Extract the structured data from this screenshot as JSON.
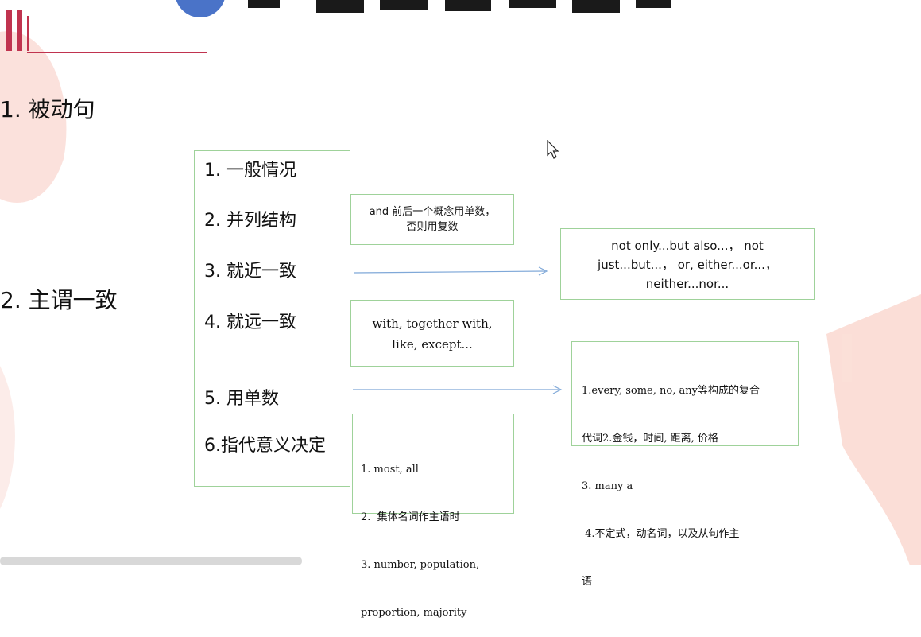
{
  "slide": {
    "section_1": "1. 被动句",
    "section_2": "2. 主谓一致"
  },
  "categories": [
    "1. 一般情况",
    "2. 并列结构",
    "3. 就近一致",
    "4. 就远一致",
    "5. 用单数",
    "6.指代意义决定"
  ],
  "notes": {
    "parallel_structure": [
      "and 前后一个概念用单数，",
      "否则用复数"
    ],
    "proximity": [
      "not only...but also...， not",
      "just...but...， or, either...or...，",
      "neither...nor..."
    ],
    "distance": [
      "with, together with,",
      "like, except..."
    ],
    "singular": [
      "1.every, some, no, any等构成的复合",
      "代词2.金钱，时间, 距离, 价格",
      "3. many a",
      " 4.不定式，动名词，以及从句作主",
      "语"
    ],
    "meaning": [
      "1. most, all",
      "2.  集体名词作主语时",
      "3. number, population,",
      "proportion, majority"
    ]
  },
  "colors": {
    "accent_red": "#c0334f",
    "box_border": "#9fd29a",
    "arrow": "#7fa8d8",
    "deco": "#f5c6bd"
  }
}
